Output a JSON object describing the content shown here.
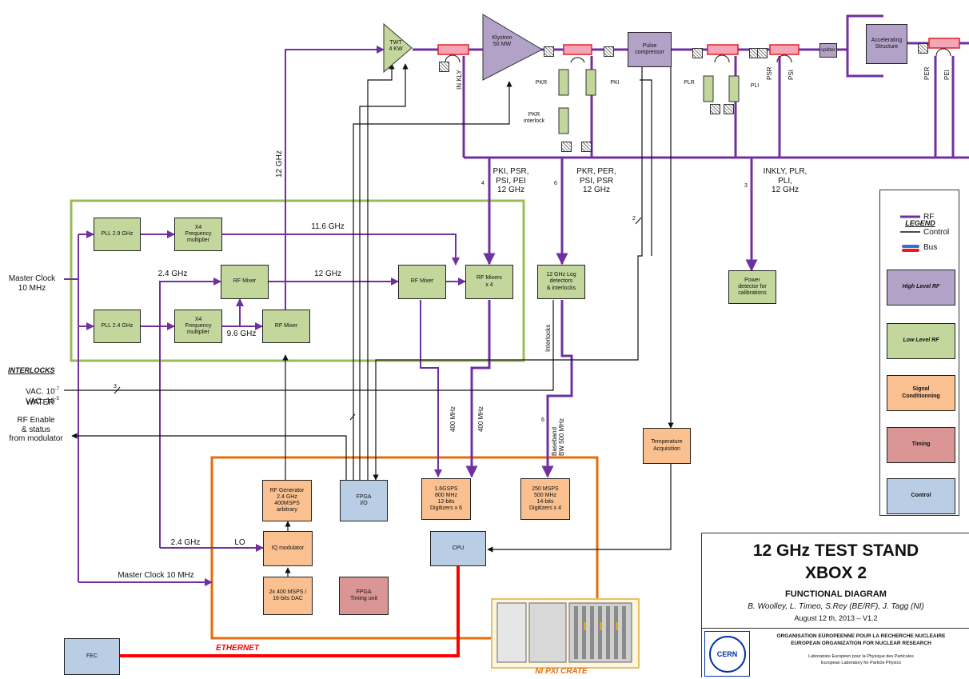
{
  "colors": {
    "rf": "#7030a0",
    "control": "#111111",
    "bus_blue": "#3b6fd4",
    "bus_red": "#e02020",
    "low_level_frame": "#9bbb59",
    "crate_frame": "#e46c0a",
    "ethernet": "#ff0000"
  },
  "blocks": {
    "twt": "TWT\n4 KW",
    "klystron": "Klystron\n50 MW",
    "pulse_compressor": "Pulse\ncompressor",
    "splitter": "splitter",
    "accelerating_structure": "Accelerating\nStructure",
    "pll_29": "PLL 2.9 GHz",
    "x4_mult_1": "X4\nFrequency\nmultiplier",
    "pll_24": "PLL 2.4 GHz",
    "x4_mult_2": "X4\nFrequency\nmultiplier",
    "rf_mixer_1": "RF Mixer",
    "rf_mixer_2": "RF Mixer",
    "rf_mixer_3": "RF Mixer",
    "rf_mixers_x4": "RF Mixers\nx 4",
    "log_detectors": "12 GHz Log\ndetectors\n& interlocks",
    "power_detector": "Power\ndetector for\ncalibrations",
    "temperature_acq": "Temperature\nAcquisition",
    "rf_generator": "RF Generator\n2.4 GHz\n400MSPS\narbitrary",
    "fpga_io": "FPGA\nI/O",
    "digitizer_16": "1.6GSPS\n800 MHz\n12-bits\nDigitizers x 6",
    "digitizer_250": "250 MSPS\n500 MHz\n14-bits\nDigitizers x 4",
    "iq_modulator": "IQ modulator",
    "cpu": "CPU",
    "dac": "2x 400 MSPS /\n16-bits DAC",
    "fpga_timing": "FPGA\nTiming unit",
    "fec": "FEC"
  },
  "labels": {
    "ghz12_vertical": "12 GHz",
    "in_kly": "IN KLY",
    "pkr_top": "PKR",
    "pki_top": "PKI",
    "pkr_interlock": "PKR\ninterlock",
    "plr": "PLR",
    "pli": "PLI",
    "psr": "PSR",
    "psi": "PSI",
    "per": "PER",
    "pei": "PEI",
    "bus_group_1": "PKI, PSR,\nPSI, PEI\n12 GHz",
    "bus_group_2": "PKR, PER,\nPSI, PSR\n12 GHz",
    "bus_group_3": "INKLY, PLR,\nPLI,\n12 GHz",
    "count_4": "4",
    "count_6": "6",
    "count_3": "3",
    "count_2": "2",
    "count_6b": "6",
    "count_3b": "3",
    "ghz116": "11.6 GHz",
    "ghz12_a": "12 GHz",
    "ghz24_a": "2.4 GHz",
    "ghz96": "9.6 GHz",
    "master_clock": "Master Clock\n10 MHz",
    "interlocks_title": "INTERLOCKS",
    "vac1_pre": "VAC. 10",
    "vac1_exp": "-7",
    "vac2_pre": "VAC. 10",
    "vac2_exp": "-5",
    "water": "WATER",
    "rf_enable": "RF Enable\n& status\nfrom modulator",
    "interlocks_v": "Interlocks",
    "mhz400_a": "400 MHz",
    "mhz400_b": "400 MHz",
    "baseband": "Baseband\nBW 500 MHz",
    "ghz24_b": "2.4 GHz",
    "lo": "LO",
    "master_clock_2": "Master Clock 10 MHz",
    "ethernet": "ETHERNET",
    "ni_pxi": "NI PXI CRATE"
  },
  "legend": {
    "title": "LEGEND",
    "rf": "RF",
    "control": "Control",
    "bus": "Bus",
    "high_level": "High Level RF",
    "low_level": "Low Level RF",
    "signal_cond": "Signal\nConditionning",
    "timing": "Timing",
    "control_box": "Control"
  },
  "title_block": {
    "title1": "12 GHz TEST STAND",
    "title2": "XBOX 2",
    "subtitle": "FUNCTIONAL DIAGRAM",
    "authors": "B. Woolley, L. Timeo, S.Rey (BE/RF), J. Tagg (NI)",
    "date": "August 12 th, 2013 – V1.2",
    "org_fr": "ORGANISATION EUROPEENNE POUR LA RECHERCHE NUCLEAIRE",
    "org_en": "EUROPEAN ORGANIZATION FOR NUCLEAR RESEARCH",
    "lab_fr": "Laboratoire Européen pour la Physique des Particules",
    "lab_en": "European Laboratory for Particle Physics",
    "logo": "CERN"
  }
}
